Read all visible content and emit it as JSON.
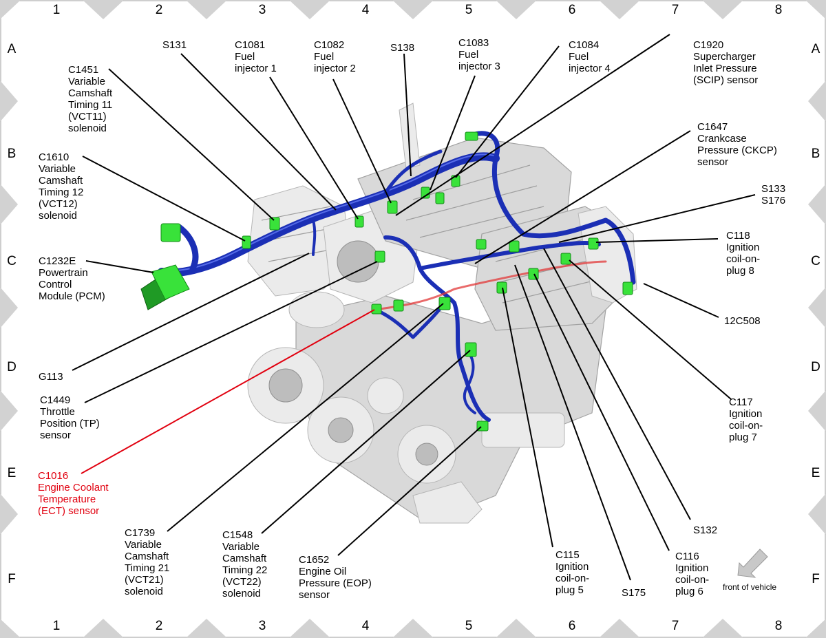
{
  "grid": {
    "columns": [
      "1",
      "2",
      "3",
      "4",
      "5",
      "6",
      "7",
      "8"
    ],
    "rows": [
      "A",
      "B",
      "C",
      "D",
      "E",
      "F"
    ]
  },
  "callouts": {
    "s131": [
      "S131"
    ],
    "c1081": [
      "C1081",
      "Fuel",
      "injector 1"
    ],
    "c1082": [
      "C1082",
      "Fuel",
      "injector 2"
    ],
    "s138": [
      "S138"
    ],
    "c1083": [
      "C1083",
      "Fuel",
      "injector 3"
    ],
    "c1084": [
      "C1084",
      "Fuel",
      "injector 4"
    ],
    "c1920": [
      "C1920",
      "Supercharger",
      "Inlet Pressure",
      "(SCIP) sensor"
    ],
    "c1451": [
      "C1451",
      "Variable",
      "Camshaft",
      "Timing 11",
      "(VCT11)",
      "solenoid"
    ],
    "c1647": [
      "C1647",
      "Crankcase",
      "Pressure (CKCP)",
      "sensor"
    ],
    "c1610": [
      "C1610",
      "Variable",
      "Camshaft",
      "Timing 12",
      "(VCT12)",
      "solenoid"
    ],
    "s133": [
      "S133",
      "S176"
    ],
    "c118": [
      "C118",
      "Ignition",
      "coil-on-",
      "plug 8"
    ],
    "c1232e": [
      "C1232E",
      "Powertrain",
      "Control",
      "Module (PCM)"
    ],
    "c12c508": [
      "12C508"
    ],
    "g113": [
      "G113"
    ],
    "c1449": [
      "C1449",
      "Throttle",
      "Position (TP)",
      "sensor"
    ],
    "c117": [
      "C117",
      "Ignition",
      "coil-on-",
      "plug 7"
    ],
    "c1016": [
      "C1016",
      "Engine Coolant",
      "Temperature",
      "(ECT) sensor"
    ],
    "s132": [
      "S132"
    ],
    "c1739": [
      "C1739",
      "Variable",
      "Camshaft",
      "Timing 21",
      "(VCT21)",
      "solenoid"
    ],
    "c1548": [
      "C1548",
      "Variable",
      "Camshaft",
      "Timing 22",
      "(VCT22)",
      "solenoid"
    ],
    "c1652": [
      "C1652",
      "Engine Oil",
      "Pressure (EOP)",
      "sensor"
    ],
    "c115": [
      "C115",
      "Ignition",
      "coil-on-",
      "plug 5"
    ],
    "s175": [
      "S175"
    ],
    "c116": [
      "C116",
      "Ignition",
      "coil-on-",
      "plug 6"
    ]
  },
  "front_of_vehicle": "front of vehicle",
  "colors": {
    "harness": "#1b2fb5",
    "connector": "#39e23a",
    "highlight": "#e1000f",
    "notch": "#d2d2d2"
  }
}
